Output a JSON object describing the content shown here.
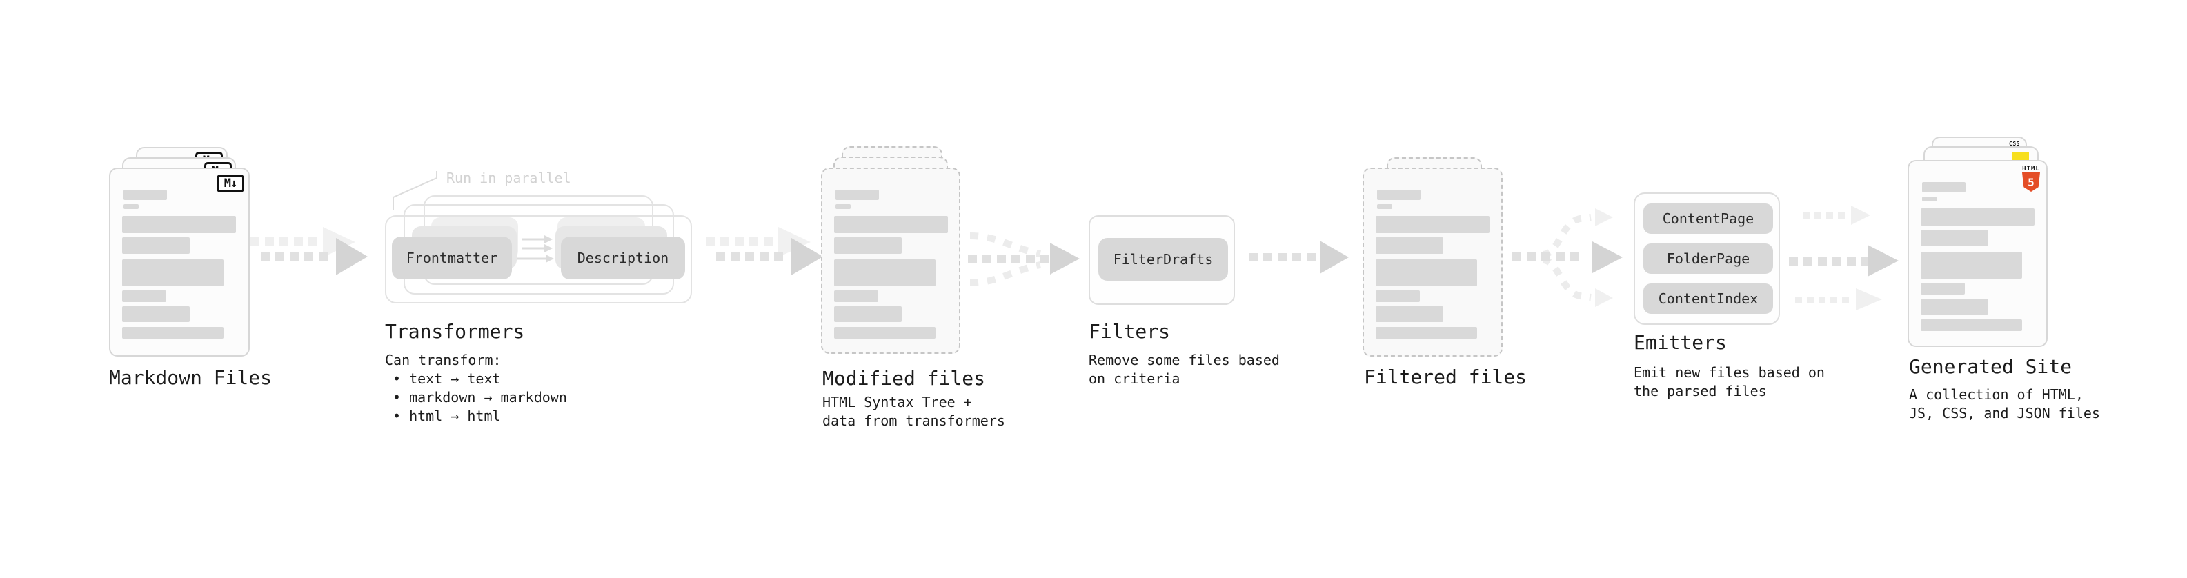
{
  "diagram": {
    "markdown": {
      "label": "Markdown Files",
      "icon_text": "M↓"
    },
    "transformers": {
      "annotation": "Run in parallel",
      "pill_left": "Frontmatter",
      "pill_right": "Description",
      "label": "Transformers",
      "desc_title": "Can transform:",
      "bullets": [
        "• text → text",
        "• markdown → markdown",
        "• html → html"
      ]
    },
    "modified": {
      "label": "Modified files",
      "desc_line1": "HTML Syntax Tree +",
      "desc_line2": "data from transformers"
    },
    "filters": {
      "pill": "FilterDrafts",
      "label": "Filters",
      "desc_line1": "Remove some files based",
      "desc_line2": "on criteria"
    },
    "filtered": {
      "label": "Filtered files"
    },
    "emitters": {
      "pills": [
        "ContentPage",
        "FolderPage",
        "ContentIndex"
      ],
      "label": "Emitters",
      "desc_line1": "Emit new files based on",
      "desc_line2": "the parsed files"
    },
    "generated": {
      "label": "Generated Site",
      "desc_line1": "A collection of HTML,",
      "desc_line2": "JS, CSS, and JSON files",
      "html5_badge": "HTML",
      "html5_number": "5",
      "css_badge": "CSS"
    },
    "colors": {
      "html5_orange": "#e44d26",
      "js_yellow": "#f7df1e",
      "css_blue": "#2962ff",
      "ink": "#1f1f1f",
      "muted_annotation": "#d2d2d2"
    }
  }
}
